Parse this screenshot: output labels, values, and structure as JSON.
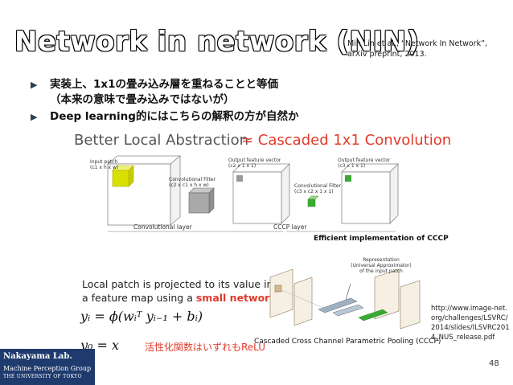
{
  "slide": {
    "title": "Network in network (NIN)",
    "citation": "Min Lin et al., “Network In Network”, arXiv preprint, 2013.",
    "bullets": [
      {
        "line1": "実装上、1x1の畳み込み層を重ねることと等価",
        "line2": "（本来の意味で畳み込みではないが）"
      },
      {
        "line1": "Deep learning的にはこちらの解釈の方が自然か"
      }
    ],
    "page_number": "48"
  },
  "figure": {
    "title": "Better Local Abstraction",
    "title_red": "≈ Cascaded 1x1 Convolution",
    "input_patch": "Input patch",
    "input_patch_dims": "(c1 x h x w)",
    "conv_filter": "Convolutional Filter",
    "conv_filter_dims": "(c2 x c1 x h x w)",
    "out_vec1": "Output feature vector",
    "out_vec1_dims": "(c2 x 1 x 1)",
    "cccp_filter": "Convolutional Filter",
    "cccp_filter_dims": "(c3 x c2 x 1 x 1)",
    "out_vec2": "Output feature vector",
    "out_vec2_dims": "(c3 x 1 x 1)",
    "conv_layer": "Convolutional layer",
    "cccp_layer": "CCCP layer",
    "efficient": "Efficient implementation of CCCP",
    "representation": "Representation",
    "universal": "(Universal Approximator)",
    "of_input": "of the input patch",
    "local_text_1": "Local patch is projected to its value in",
    "local_text_2a": "a feature map using a ",
    "local_text_2b": "small network",
    "eq1": "yᵢ = ϕ(wᵢᵀ yᵢ₋₁ + bᵢ)",
    "eq2": "y₀ = x",
    "relu_note": "活性化関数はいずれもReLU",
    "cccp_caption": "Cascaded Cross Channel Parametric Pooling (CCCP)"
  },
  "source_url": "http://www.image-net.org/challenges/LSVRC/2014/slides/ILSVRC2014_NUS_release.pdf",
  "logo": {
    "line1": "Nakayama Lab.",
    "line2": "Machine Perception Group",
    "line3": "THE UNIVERSITY OF TOKYO"
  },
  "colors": {
    "accent_red": "#e23a2b",
    "patch_yellow": "#d8e000",
    "green": "#3aaa35",
    "logo_blue": "#1f3b6d"
  }
}
